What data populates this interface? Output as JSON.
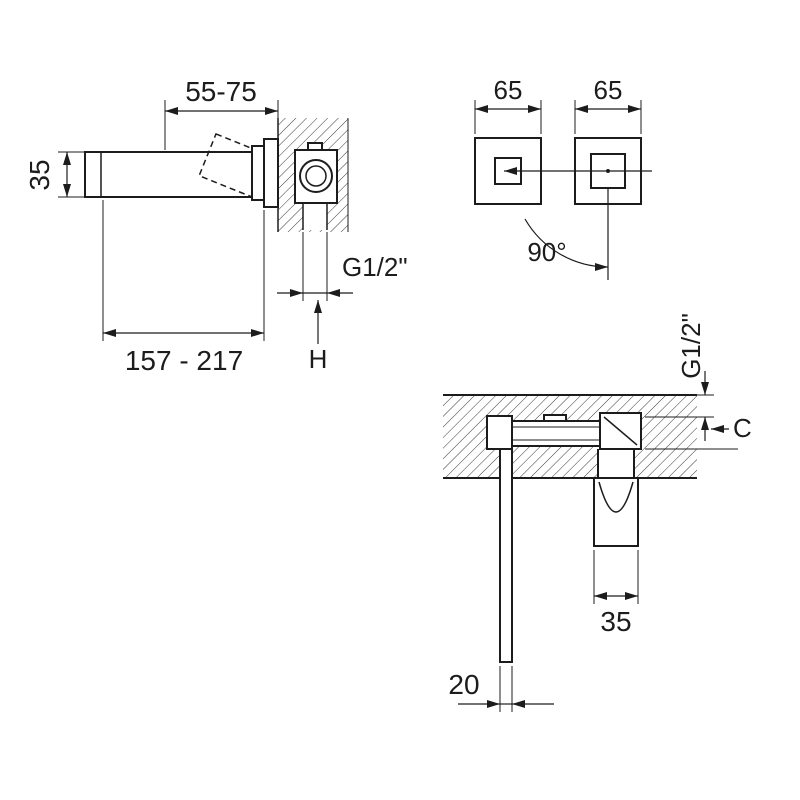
{
  "page": {
    "background": "#ffffff"
  },
  "drawing": {
    "line_color": "#1c1c1c",
    "hatch_color": "#3a3a3a",
    "views": {
      "side": {
        "dim_wall_offset": "55-75",
        "dim_spout_height": "35",
        "dim_spout_length": "157 - 217",
        "dim_thread": "G1/2\"",
        "dim_height_ref": "H"
      },
      "front": {
        "dim_plate_left": "65",
        "dim_plate_right": "65",
        "dim_rotation_angle": "90°"
      },
      "plan": {
        "dim_thread": "G1/2\"",
        "dim_depth_ref": "C",
        "dim_handle_width": "35",
        "dim_spout_width": "20"
      }
    }
  }
}
